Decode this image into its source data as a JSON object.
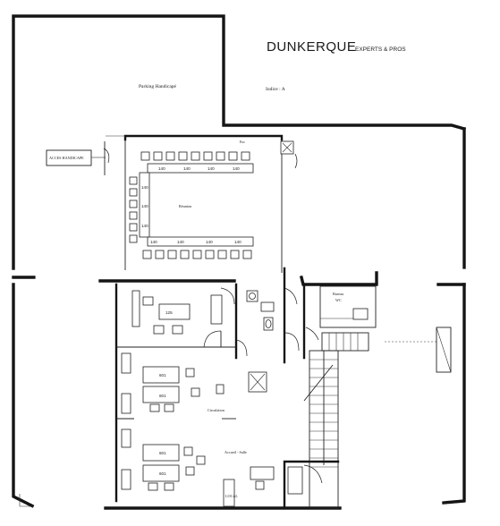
{
  "title": "DUNKERQUE",
  "subtitle": "EXPERTS & PROS",
  "labels": {
    "parking": "Parking Handicapé",
    "indice": "Indice : A",
    "acces": "ACCES HANDICAPE",
    "reunion": "Réunion",
    "stair_top": "Esc",
    "bureau_right": "Bureau",
    "wc_right": "WC",
    "circulation": "Circulation",
    "accueil": "Accueil - Salle",
    "local": "LOCAL"
  },
  "desk_codes": {
    "conf_top": [
      "140",
      "140",
      "140",
      "140"
    ],
    "conf_left": [
      "140",
      "140",
      "140"
    ],
    "conf_bottom": [
      "140",
      "140",
      "140",
      "140"
    ],
    "office_a": [
      "125"
    ],
    "office_b": [
      "601",
      "601"
    ],
    "office_c": [
      "601",
      "601"
    ]
  }
}
